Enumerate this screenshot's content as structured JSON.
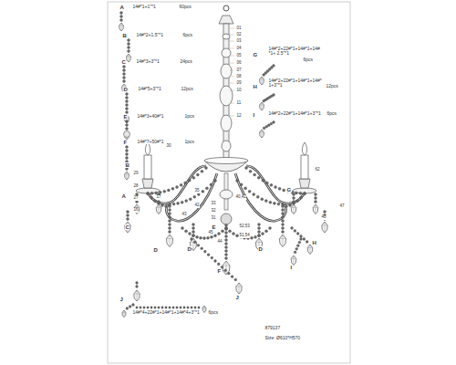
{
  "diagram": {
    "labels": [
      "A",
      "14#*1+1\"*1",
      "60pcs",
      "B",
      "14#*2+1.5\"*1",
      "6pcs",
      "C",
      "14#*3+3\"*1",
      "24pcs",
      "D",
      "14#*5+3\"*1",
      "12pcs",
      "E",
      "14#*3+40#*1",
      "1pcs",
      "F",
      "14#*7+50#*1",
      "1pcs",
      "G",
      "14#*2+22#*1+14#*1+14#*1+ 2.5\"*1",
      "6pcs",
      "H",
      "14#*2+22#*1+14#*1+14#*1+3\"*1",
      "12pcs",
      "I",
      "14#*2+22#*1+14#*1+3\"*1",
      "6pcs",
      "J",
      "14#*4+22#*1+14#*1+14#*4+3\"*1",
      "6pcs",
      "879137",
      "Size: Ø610*H570",
      "01",
      "02",
      "03",
      "04",
      "05",
      "06",
      "07",
      "08",
      "09",
      "10",
      "11",
      "12",
      "30",
      "29",
      "28",
      "27",
      "17",
      "16",
      "43",
      "42",
      "35",
      "33",
      "32",
      "31",
      "52,53",
      "51,54",
      "40,42",
      "62",
      "47",
      "48",
      "45",
      "44",
      "B",
      "A",
      "C",
      "D",
      "E",
      "F",
      "G",
      "D",
      "D",
      "H",
      "I",
      "J"
    ]
  }
}
